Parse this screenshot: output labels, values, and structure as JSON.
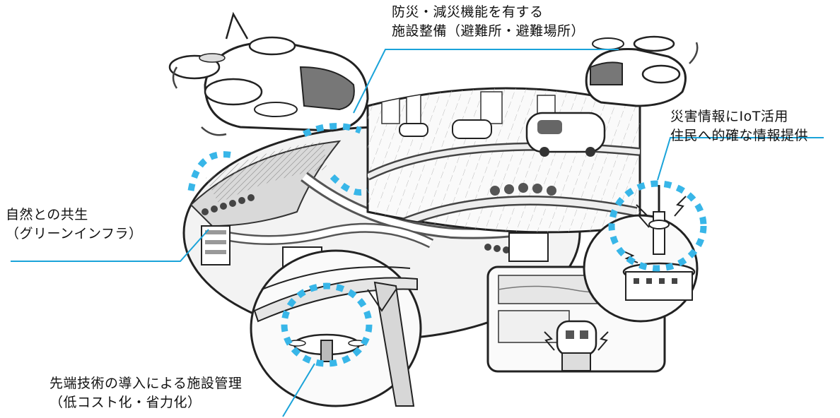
{
  "callouts": {
    "disaster_facilities": {
      "line1": "防災・減災機能を有する",
      "line2": "施設整備（避難所・避難場所）"
    },
    "iot_information": {
      "line1": "災害情報にIoT活用",
      "line2": "住民へ的確な情報提供"
    },
    "green_infrastructure": {
      "line1": "自然との共生",
      "line2": "（グリーンインフラ）"
    },
    "advanced_technology": {
      "line1": "先端技術の導入による施設管理",
      "line2": "（低コスト化・省力化）"
    }
  },
  "colors": {
    "leader_line": "#1aa3d9",
    "dashed_highlight": "#38b6e8",
    "ink": "#222222",
    "shade": "#cfcfcf"
  },
  "icons": [
    "flying-car-icon",
    "radio-tower-icon",
    "drone-icon",
    "robot-icon",
    "lightning-icon"
  ]
}
